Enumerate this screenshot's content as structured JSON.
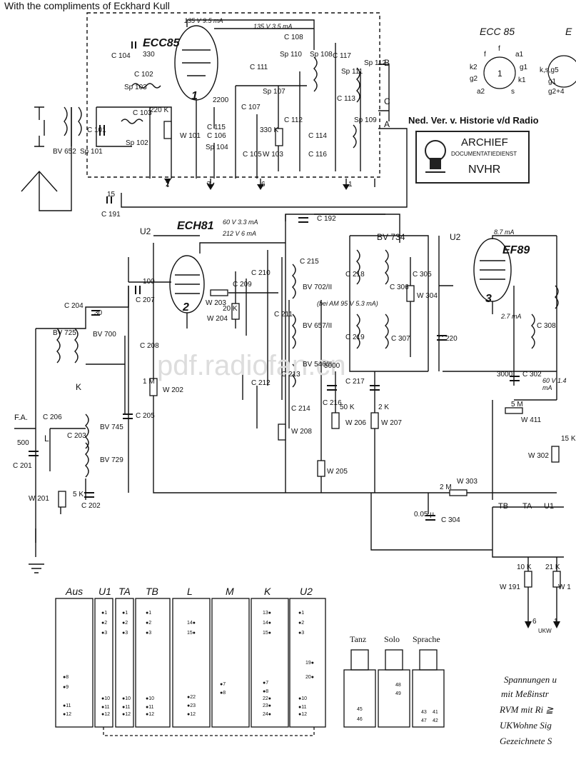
{
  "header": {
    "credit": "With the compliments of Eckhard Kull",
    "nved": "Ned. Ver. v. Historie v/d Radio"
  },
  "stamp": {
    "title": "ARCHIEF",
    "subtitle": "DOCUMENTATIEDIENST",
    "org": "NVHR"
  },
  "watermark": "pdf.radiofan.cn",
  "tubes": {
    "t1": "ECC85",
    "t2": "ECH81",
    "t3": "EF89",
    "n1": "1",
    "n2": "2",
    "n3": "3"
  },
  "pinout": {
    "title1": "ECC 85",
    "title2": "E",
    "center": "1",
    "p_f1": "f",
    "p_f2": "f",
    "p_a1": "a1",
    "p_g1": "g1",
    "p_k1": "k1",
    "p_s": "s",
    "p_a2": "a2",
    "p_g2": "g2",
    "p_k2": "k2",
    "q_ksg5": "k,s,g5",
    "q_g1": "g1",
    "q_g24": "g2+4"
  },
  "voltages": {
    "v1": "135 V 9.5 mA",
    "v2": "135 V 3.5 mA",
    "v3": "60 V 3.3 mA",
    "v4": "212 V 6 mA",
    "v5": "8.7 mA",
    "v6": "2.7 mA",
    "v7": "(bei AM 95 V 5.3 mA)",
    "v8": "60 V 1.4 mA"
  },
  "labels": {
    "C104": "C 104",
    "r330": "330",
    "C102": "C 102",
    "Sp103": "Sp 103",
    "C103": "C 103",
    "Sp102": "Sp 102",
    "r220K": "220 K",
    "W101": "W 101",
    "r2200": "2200",
    "C115": "C 115",
    "C106": "C 106",
    "Sp104": "Sp 104",
    "C111": "C 111",
    "Sp107": "Sp 107",
    "C107": "C 107",
    "r330K": "330 K",
    "C112": "C 112",
    "W103": "W 103",
    "C105": "C 105",
    "C114": "C 114",
    "C116": "C 116",
    "C108": "C 108",
    "Sp110": "Sp 110",
    "Sp108": "Sp 108",
    "C117": "C 117",
    "C113": "C 113",
    "Sp111": "Sp 111",
    "Sp112": "Sp 112",
    "Sp109": "Sp 109",
    "termB": "B",
    "termC": "C",
    "termA": "A",
    "C101": "C 101",
    "Sp101": "Sp 101",
    "BV652": "BV 652",
    "C191": "C 191",
    "C192": "C 192",
    "U2": "U2",
    "U2b": "U2",
    "C207": "C 207",
    "C204": "C 204",
    "BV725": "BV 725",
    "BV700": "BV 700",
    "C208": "C 208",
    "C206": "C 206",
    "C203": "C 203",
    "BV745": "BV 745",
    "BV729": "BV 729",
    "C205": "C 205",
    "C201": "C 201",
    "C202": "C 202",
    "W201": "W 201",
    "FA": "F.A.",
    "termL": "L",
    "termK": "K",
    "W202": "W 202",
    "W203": "W 203",
    "W204": "W 204",
    "C209": "C 209",
    "C210": "C 210",
    "C215": "C 215",
    "C211": "C 211",
    "C212": "C 212",
    "C213": "C 213",
    "C214": "C 214",
    "W208": "W 208",
    "BV702": "BV 702/II",
    "BV657": "BV 657/II",
    "BV546": "BV 546/II",
    "C216": "C 216",
    "C217": "C 217",
    "W206": "W 206",
    "W207": "W 207",
    "W205": "W 205",
    "BV734": "BV 734",
    "C218": "C 218",
    "C219": "C 219",
    "C305": "C 305",
    "C306": "C 306",
    "W304": "W 304",
    "C307": "C 307",
    "C220": "C 220",
    "C308": "C 308",
    "C302": "C 302",
    "W411": "W 411",
    "W302": "W 302",
    "W303": "W 303",
    "C304": "C 304",
    "TB": "TB",
    "TA": "TA",
    "U1": "U1",
    "W191": "W 191",
    "W19x": "W 1",
    "ukw": "UKW",
    "out6": "6",
    "out1": "1",
    "gnd2": "2",
    "gnd7": "7",
    "gnd6": "6",
    "gnd1": "1"
  },
  "values": {
    "v50": "5000",
    "v3000": "3000",
    "v0005": "0.05 μ",
    "v2M": "2 M",
    "v5M": "5 M",
    "v15K": "15 K",
    "v10K": "10 K",
    "v21K": "21 K",
    "v50K": "50 K",
    "v2K": "2 K",
    "v1M": "1 M",
    "v20K": "20 K",
    "v100": "100",
    "v30": "30",
    "v500": "500",
    "v5K": "5 K",
    "v15": "15"
  },
  "switchbank": {
    "headers": [
      "Aus",
      "U1",
      "TA",
      "TB",
      "L",
      "M",
      "K",
      "U2"
    ],
    "buttons": [
      {
        "label": "Tanz",
        "pins": [
          "45",
          "46"
        ]
      },
      {
        "label": "Solo",
        "pins": [
          "48",
          "49"
        ]
      },
      {
        "label": "Sprache",
        "pins": [
          "43",
          "41",
          "47",
          "42"
        ]
      }
    ]
  },
  "notes": [
    "Spannungen u",
    "mit Meßinstr",
    "RVM mit Ri ≧",
    "UKWohne Sig",
    "Gezeichnete S"
  ]
}
